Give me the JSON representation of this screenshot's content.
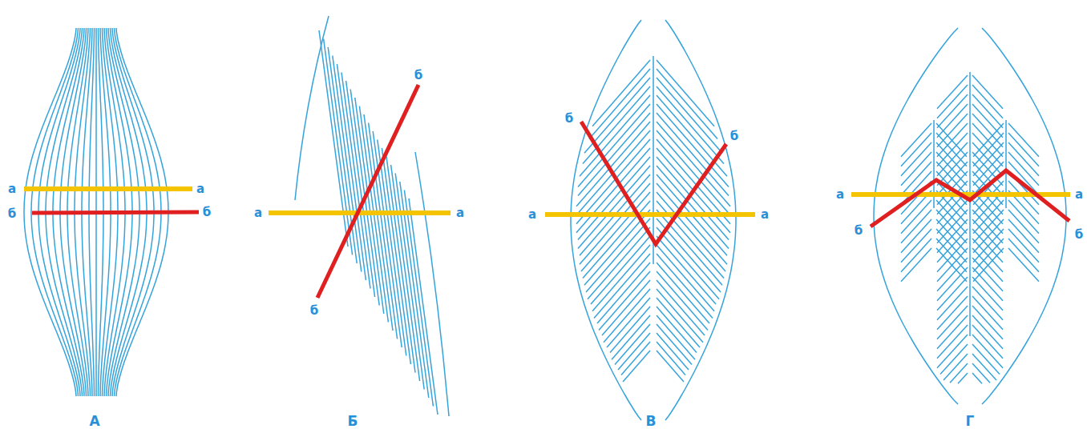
{
  "diagram": {
    "labels": [
      "а",
      "а",
      "б",
      "б",
      "А",
      "б",
      "а",
      "а",
      "б",
      "Б",
      "б",
      "б",
      "а",
      "а",
      "В",
      "а",
      "б",
      "а",
      "б",
      "Г"
    ]
  }
}
